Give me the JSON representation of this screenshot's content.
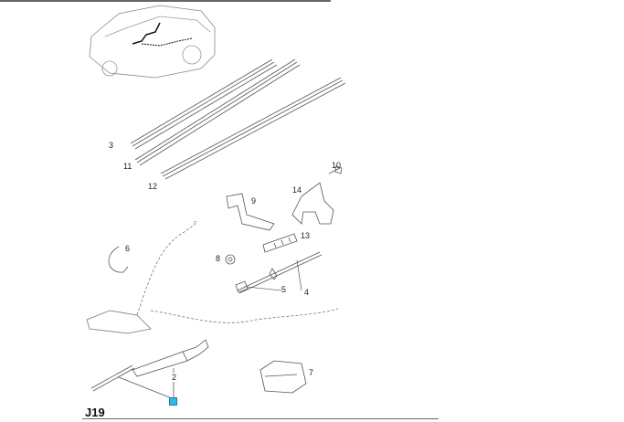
{
  "diagram": {
    "code": "J19",
    "accent_color": "#33b5e5",
    "part_labels": [
      "3",
      "11",
      "12",
      "10",
      "9",
      "14",
      "13",
      "6",
      "8",
      "5",
      "4",
      "7",
      "2"
    ]
  }
}
